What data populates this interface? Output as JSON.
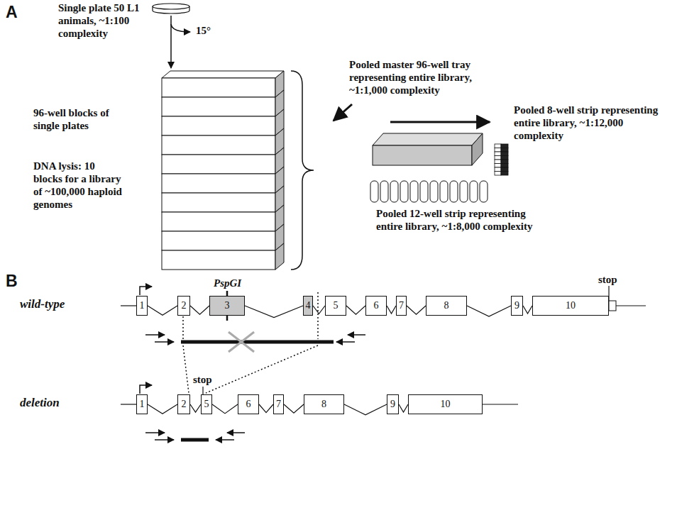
{
  "diagram": {
    "nodes": [
      {
        "text": [
          "1"
        ]
      },
      {
        "text": [
          "2"
        ]
      },
      {
        "text": [
          "3"
        ]
      },
      {
        "text": [
          "4"
        ]
      },
      {
        "text": [
          "5"
        ]
      },
      {
        "text": [
          "6"
        ]
      },
      {
        "text": [
          "7"
        ]
      },
      {
        "text": [
          "8"
        ]
      },
      {
        "text": [
          "9"
        ]
      },
      {
        "text": [
          "10"
        ]
      },
      {
        "text": [
          "1"
        ]
      },
      {
        "text": [
          "2"
        ]
      },
      {
        "text": [
          "5"
        ]
      },
      {
        "text": [
          "6"
        ]
      },
      {
        "text": [
          "7"
        ]
      },
      {
        "text": [
          "8"
        ]
      },
      {
        "text": [
          "9"
        ]
      },
      {
        "text": [
          "10"
        ]
      }
    ],
    "edges": [
      {
        "from": 0,
        "to": 1,
        "arrow": "none"
      },
      {
        "from": 1,
        "to": 2,
        "arrow": "none"
      },
      {
        "from": 2,
        "to": 3,
        "arrow": "none"
      },
      {
        "from": 3,
        "to": 4,
        "arrow": "none"
      },
      {
        "from": 4,
        "to": 5,
        "arrow": "none"
      },
      {
        "from": 5,
        "to": 6,
        "arrow": "none"
      },
      {
        "from": 6,
        "to": 7,
        "arrow": "none"
      },
      {
        "from": 7,
        "to": 8,
        "arrow": "none"
      },
      {
        "from": 8,
        "to": 9,
        "arrow": "none"
      },
      {
        "from": 10,
        "to": 11,
        "arrow": "none"
      },
      {
        "from": 11,
        "to": 12,
        "arrow": "none"
      },
      {
        "from": 12,
        "to": 13,
        "arrow": "none"
      },
      {
        "from": 13,
        "to": 14,
        "arrow": "none"
      },
      {
        "from": 14,
        "to": 15,
        "arrow": "none"
      },
      {
        "from": 15,
        "to": 16,
        "arrow": "none"
      },
      {
        "from": 16,
        "to": 17,
        "arrow": "none"
      }
    ],
    "labels": [
      "A",
      "Single plate 50 L1 animals, ~1:100 complexity",
      "15°",
      "96-well blocks of single plates",
      "DNA lysis: 10 blocks for a library of ~100,000 haploid genomes",
      "Pooled master 96-well tray representing entire library, ~1:1,000 complexity",
      "Pooled 8-well strip representing entire library, ~1:12,000 complexity",
      "Pooled 12-well strip representing entire library, ~1:8,000 complexity",
      "B",
      "wild-type",
      "PspGI",
      "stop",
      "deletion",
      "stop"
    ]
  }
}
